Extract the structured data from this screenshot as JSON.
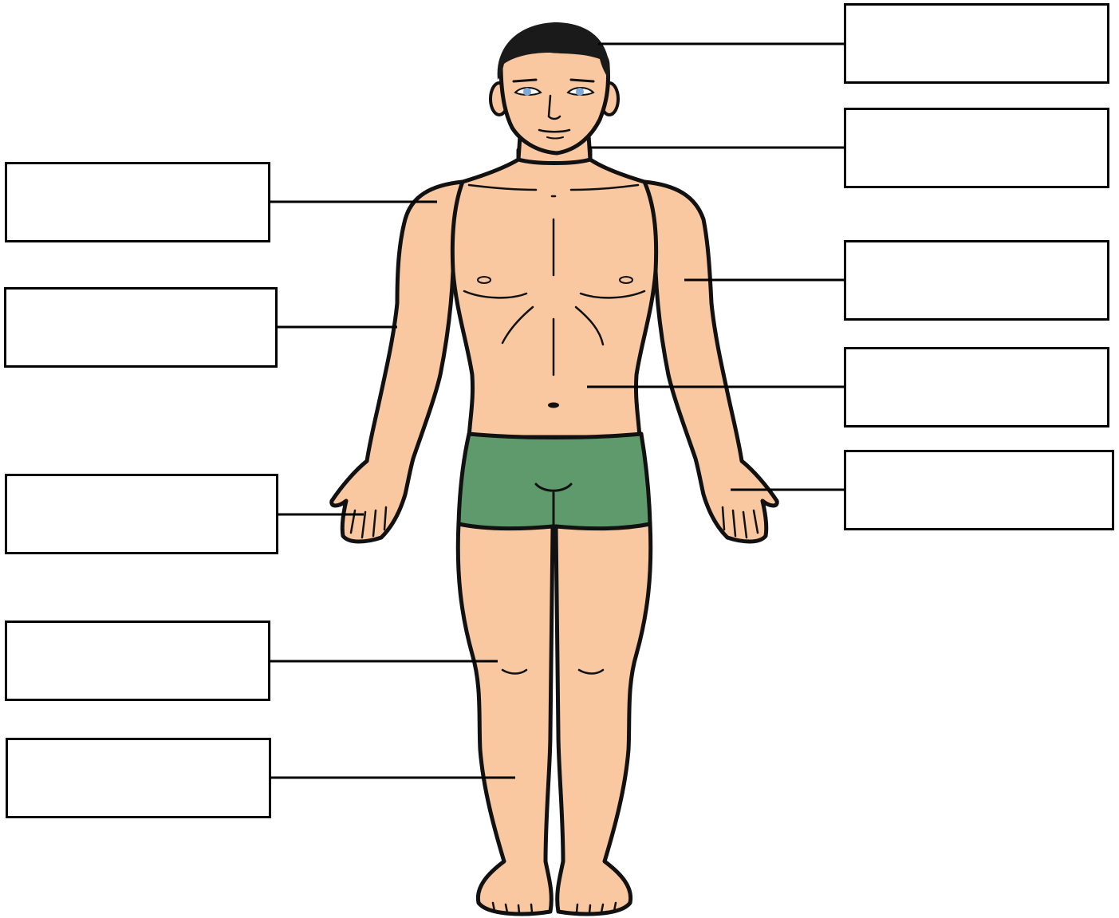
{
  "diagram": {
    "type": "body-parts-labeling-worksheet",
    "figure": "human-body-front-view",
    "colors": {
      "skin": "#F9C7A0",
      "outline": "#111111",
      "hair": "#1A1A1A",
      "shorts": "#5E9A6C",
      "eyes": "#7FA9D8",
      "box_border": "#000000",
      "background": "#FFFFFF"
    },
    "labels": [
      {
        "id": "head",
        "text": ""
      },
      {
        "id": "neck",
        "text": ""
      },
      {
        "id": "shoulder",
        "text": ""
      },
      {
        "id": "arm",
        "text": ""
      },
      {
        "id": "hand-left",
        "text": ""
      },
      {
        "id": "knee",
        "text": ""
      },
      {
        "id": "leg",
        "text": ""
      },
      {
        "id": "chest",
        "text": ""
      },
      {
        "id": "stomach",
        "text": ""
      },
      {
        "id": "hand-right",
        "text": ""
      }
    ]
  }
}
